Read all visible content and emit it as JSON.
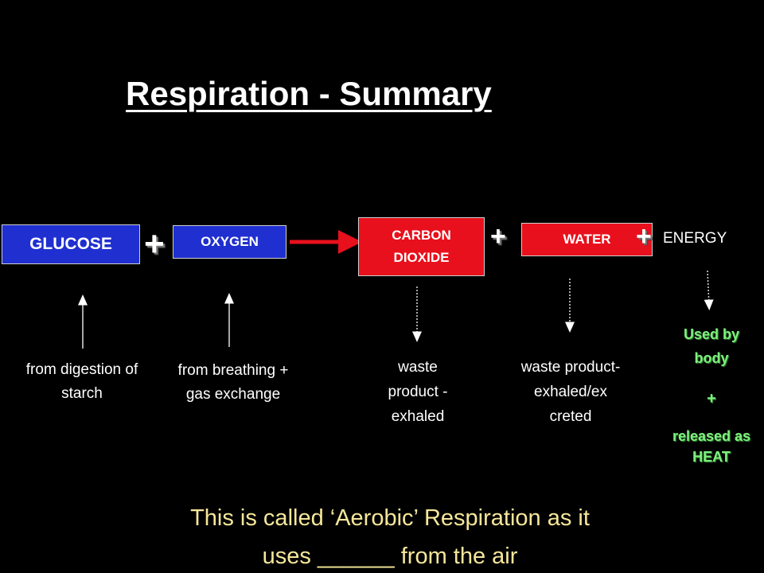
{
  "title": "Respiration - Summary",
  "equation": {
    "glucose": "GLUCOSE",
    "oxygen": "OXYGEN",
    "carbon_dioxide": "CARBON DIOXIDE",
    "water": "WATER",
    "energy": "ENERGY",
    "plus": "+"
  },
  "notes": {
    "glucose": "from digestion of starch",
    "oxygen": "from breathing + gas exchange",
    "carbon_dioxide": "waste product - exhaled",
    "water": "waste product- exhaled/ex creted",
    "energy_line1": "Used by body",
    "energy_plus": "+",
    "energy_line2": "released as HEAT"
  },
  "caption": {
    "line1": "This is called ‘Aerobic’  Respiration as it",
    "line2": "uses ______ from the air"
  },
  "colors": {
    "background": "#000000",
    "reactant_box": "#1f2fd0",
    "product_box": "#e8101c",
    "energy_text": "#7ef07e",
    "caption_text": "#f6e79a",
    "arrow": "#e8101c"
  }
}
